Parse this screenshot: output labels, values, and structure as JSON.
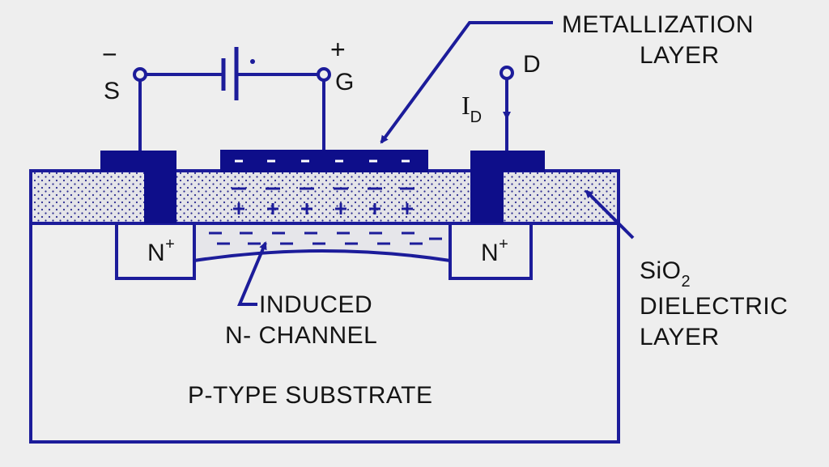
{
  "labels": {
    "source": "S",
    "gate": "G",
    "drain": "D",
    "source_polarity": "−",
    "gate_polarity": "+",
    "drain_current": "I",
    "drain_current_sub": "D",
    "metallization_line1": "METALLIZATION",
    "metallization_line2": "LAYER",
    "n_plus_left": "N",
    "n_plus_right": "N",
    "n_plus_sup": "+",
    "induced_line1": "INDUCED",
    "induced_line2": "N- CHANNEL",
    "sio2_base": "SiO",
    "sio2_sub": "2",
    "sio2_line2": "DIELECTRIC",
    "sio2_line3": "LAYER",
    "substrate": "P-TYPE SUBSTRATE"
  },
  "colors": {
    "ink": "#1c1c9a",
    "metal": "#0e0e8a",
    "oxide_fill": "#e4e4e8",
    "background": "#eeeeee",
    "text": "#141414"
  }
}
